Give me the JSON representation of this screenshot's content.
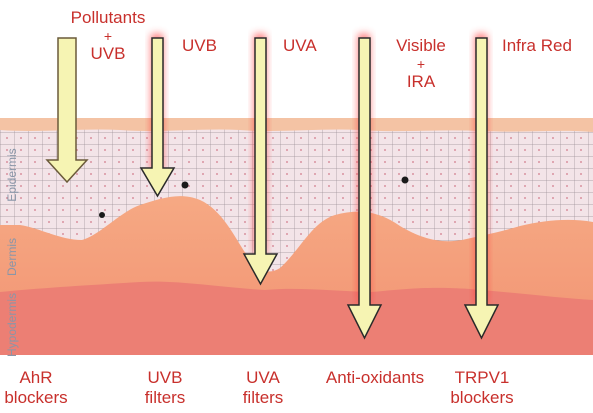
{
  "sources": {
    "pollutants": [
      "Pollutants",
      "+",
      "UVB"
    ],
    "uvb": "UVB",
    "uva": "UVA",
    "visible": [
      "Visible",
      "+",
      "IRA"
    ],
    "infrared": "Infra Red"
  },
  "layers": {
    "epidermis": "Epidermis",
    "dermis": "Dermis",
    "hypodermis": "Hypodermis"
  },
  "protections": [
    [
      "AhR",
      "blockers"
    ],
    [
      "UVB",
      "filters"
    ],
    [
      "UVA",
      "filters"
    ],
    [
      "Anti-oxidants"
    ],
    [
      "TRPV1",
      "blockers"
    ]
  ],
  "colors": {
    "label": "#c8302c",
    "hypodermis": "#ec7f74",
    "dermis": "#f6a57c",
    "epidermis_grid": "#f0dfe3",
    "stratum_corneum": "#f4c3a4",
    "arrow_fill": "#f6f4b3",
    "arrow_glow": "#ff3c3c"
  }
}
